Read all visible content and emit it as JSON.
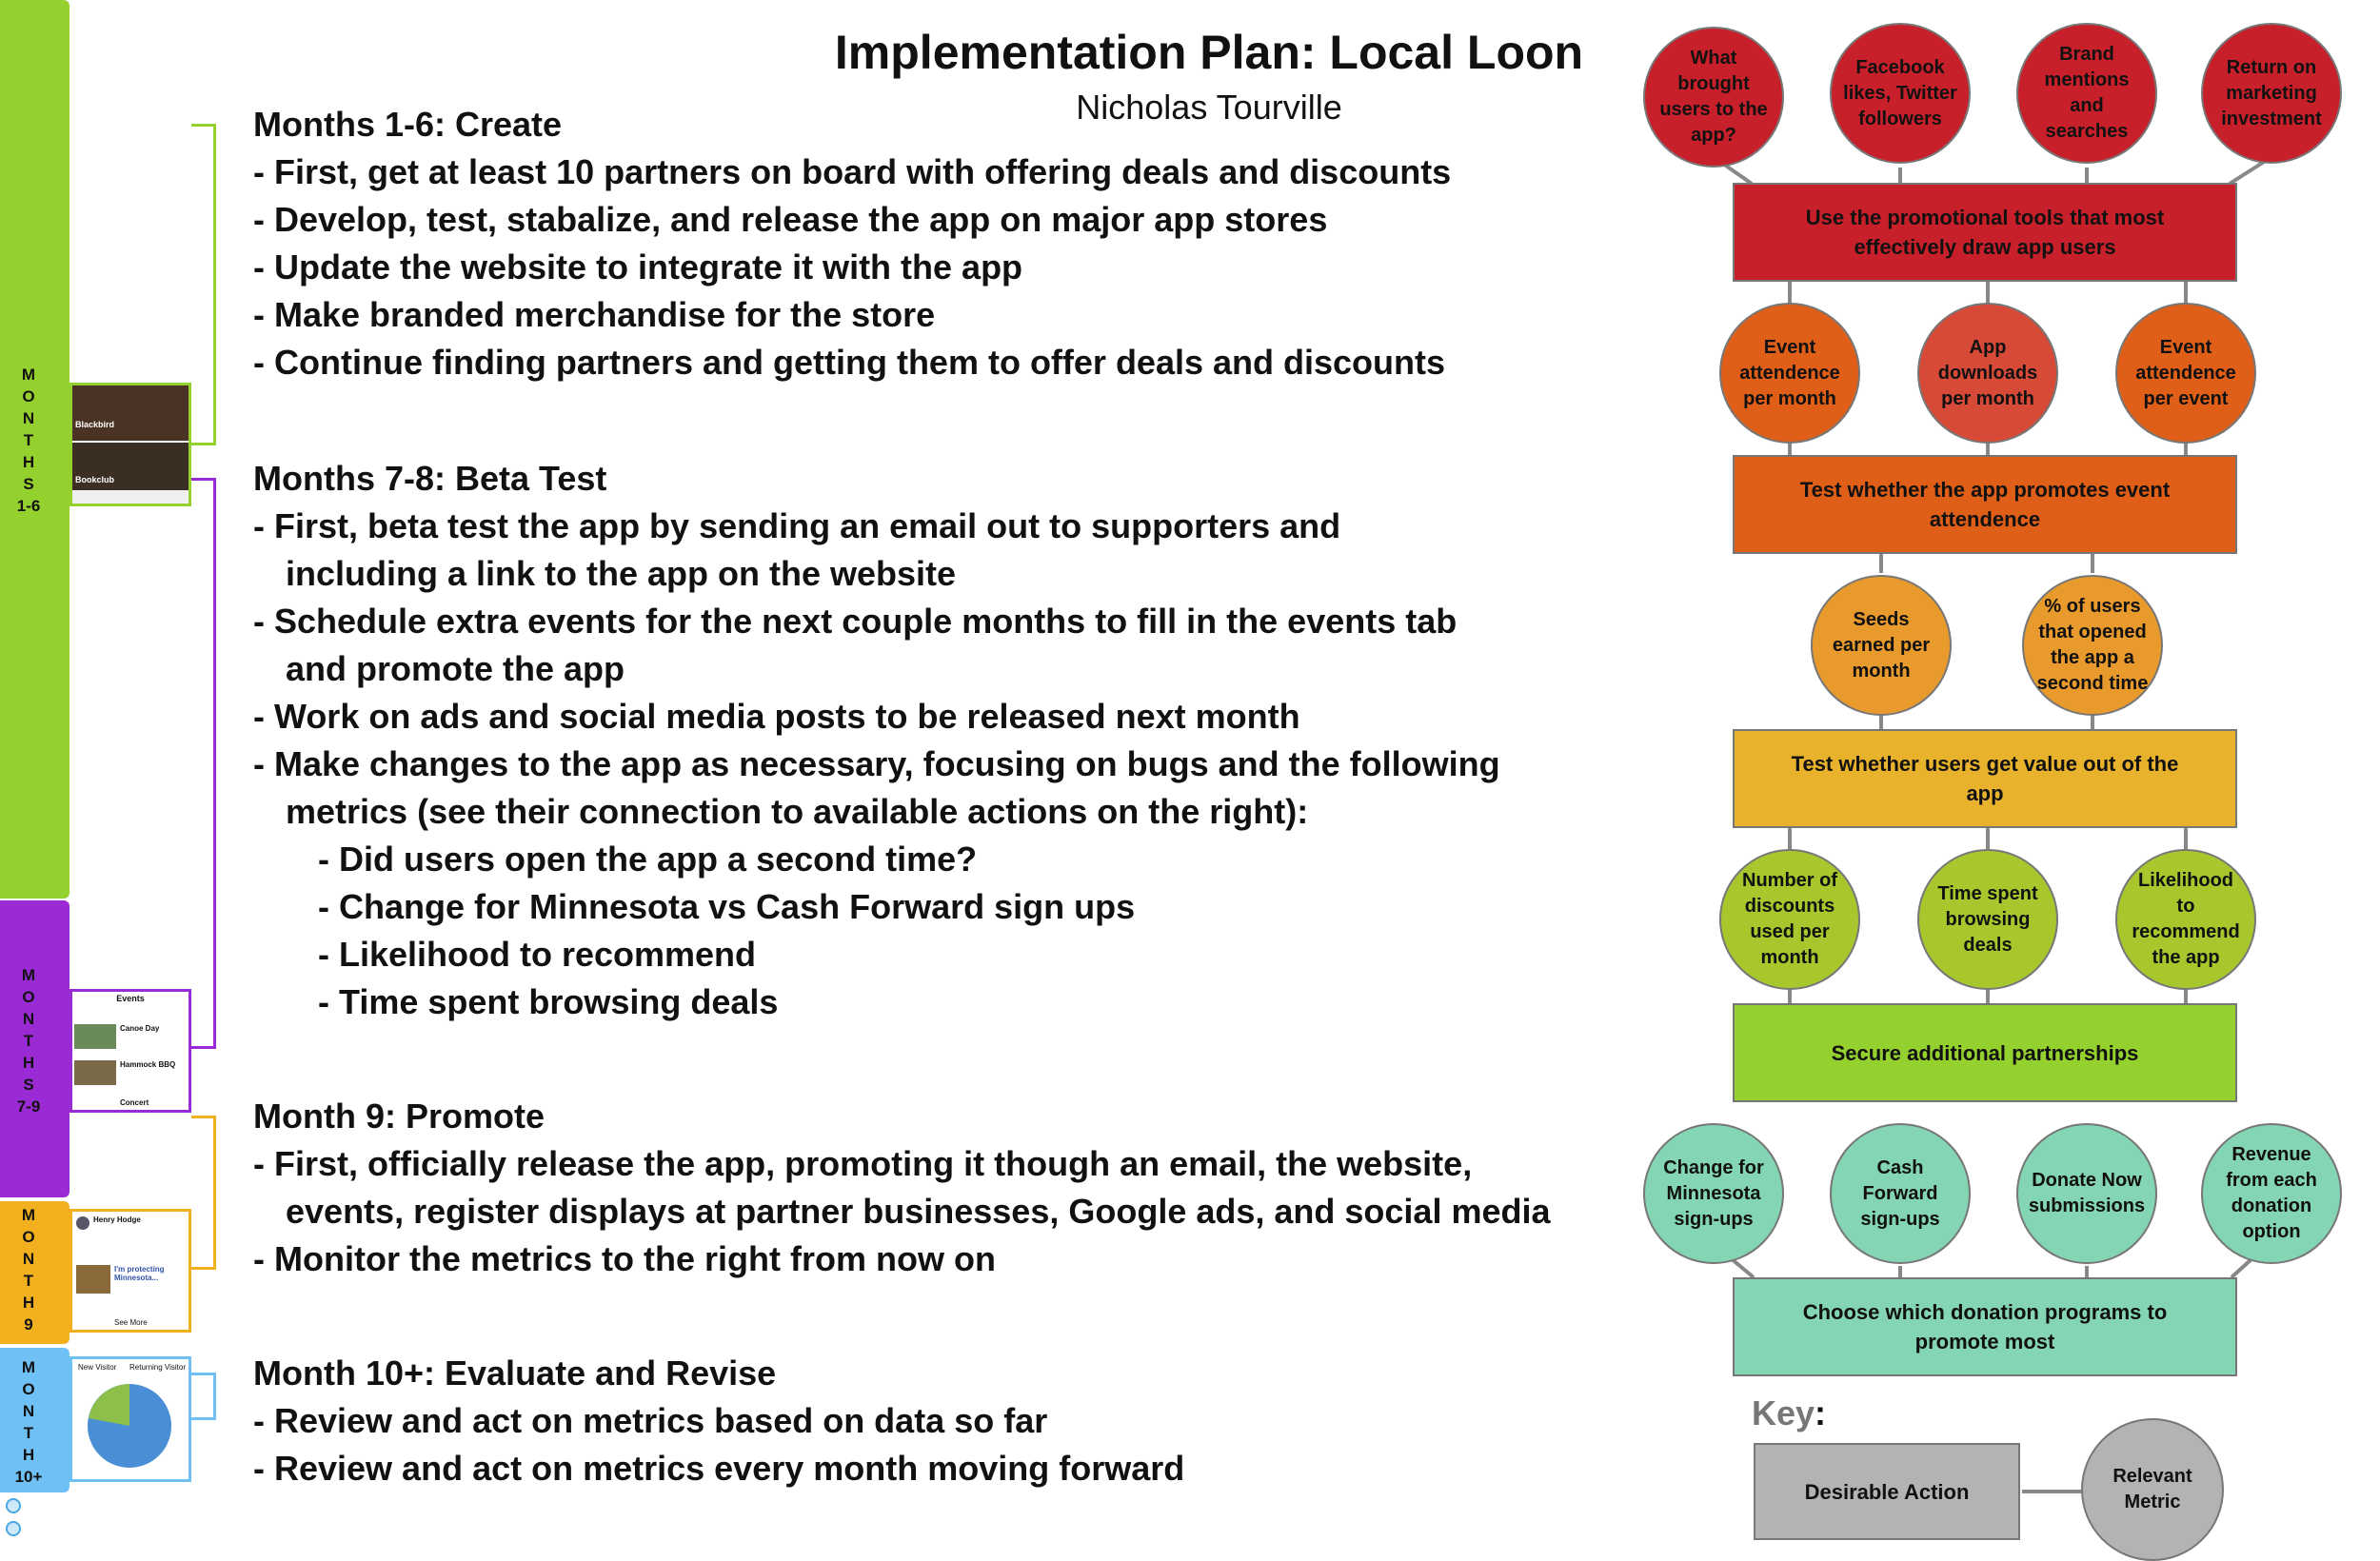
{
  "header": {
    "title": "Implementation Plan: Local Loon",
    "author": "Nicholas Tourville"
  },
  "colors": {
    "create": "#94d02e",
    "beta": "#9a2bd4",
    "promote": "#f2b01e",
    "evaluate": "#6ec0f5",
    "row1": "#c8202a",
    "row2": "#e05f18",
    "row3": "#e9ab2a",
    "row4": "#a8c72c",
    "row5": "#84d5b4",
    "key": "#b3b3b3"
  },
  "timeline": {
    "create_label": [
      "M",
      "O",
      "N",
      "T",
      "H",
      "S",
      "1-6"
    ],
    "beta_label": [
      "M",
      "O",
      "N",
      "T",
      "H",
      "S",
      "7-9"
    ],
    "promote_label": [
      "M",
      "O",
      "N",
      "T",
      "H",
      "9"
    ],
    "evaluate_label": [
      "M",
      "O",
      "N",
      "T",
      "H",
      "10+"
    ],
    "thumb_create": {
      "t1": "Blackbird",
      "t2": "Bookclub"
    },
    "thumb_beta": {
      "header": "Events",
      "item1": "Canoe Day",
      "item2": "Hammock BBQ",
      "item3": "Concert"
    },
    "thumb_promote": {
      "name": "Henry Hodge",
      "post": "I'm protecting Minnesota...",
      "more": "See More"
    },
    "thumb_evaluate": {
      "legend1": "New Visitor",
      "legend2": "Returning Visitor"
    }
  },
  "plan": {
    "create": {
      "heading": "Months 1-6: Create",
      "lines": [
        "- First, get at least 10 partners on board with offering deals and discounts",
        "- Develop, test, stabalize, and release the app on major app stores",
        "- Update the website to integrate it with the app",
        "- Make branded merchandise for the store",
        "- Continue finding partners and getting them to offer deals and discounts"
      ]
    },
    "beta": {
      "heading": "Months 7-8: Beta Test",
      "lines": [
        "- First, beta test the app by sending an email out to supporters and",
        "including a link to the app on the website",
        "- Schedule extra events for the next couple months to fill in the events tab",
        "and promote the app",
        "- Work on ads and social media posts to be released next month",
        "- Make changes to the app as necessary, focusing on bugs and the following",
        "metrics (see their connection to available actions on the right):",
        "- Did users open the app a second time?",
        "- Change for Minnesota vs Cash Forward sign ups",
        "- Likelihood to recommend",
        "- Time spent browsing deals"
      ]
    },
    "promote": {
      "heading": "Month 9: Promote",
      "lines": [
        "- First, officially release the app, promoting it though an email, the website,",
        "events, register displays at partner businesses, Google ads, and social media",
        "- Monitor the metrics to the right from now on"
      ]
    },
    "evaluate": {
      "heading": "Month 10+: Evaluate and Revise",
      "lines": [
        "- Review and act on metrics based on data so far",
        "- Review and act on metrics every month moving forward"
      ]
    }
  },
  "flow": {
    "row1": {
      "metrics": [
        "What brought users to the app?",
        "Facebook likes, Twitter followers",
        "Brand mentions and searches",
        "Return on marketing investment"
      ],
      "action": "Use the promotional tools that most effectively draw app users"
    },
    "row2": {
      "metrics": [
        "Event attendence per month",
        "App downloads per month",
        "Event attendence per event"
      ],
      "action": "Test whether the app promotes event attendence"
    },
    "row3": {
      "metrics": [
        "Seeds earned per month",
        "% of users that opened the app a second time"
      ],
      "action": "Test whether users get value out of the app"
    },
    "row4": {
      "metrics": [
        "Number of discounts used per month",
        "Time spent browsing deals",
        "Likelihood to recommend the app"
      ],
      "action": "Secure additional partnerships"
    },
    "row5": {
      "metrics": [
        "Change for Minnesota sign-ups",
        "Cash Forward sign-ups",
        "Donate Now submissions",
        "Revenue from each donation option"
      ],
      "action": "Choose which donation programs to promote most"
    },
    "key": {
      "title": "Key",
      "colon": ":",
      "action": "Desirable Action",
      "metric": "Relevant Metric"
    }
  }
}
